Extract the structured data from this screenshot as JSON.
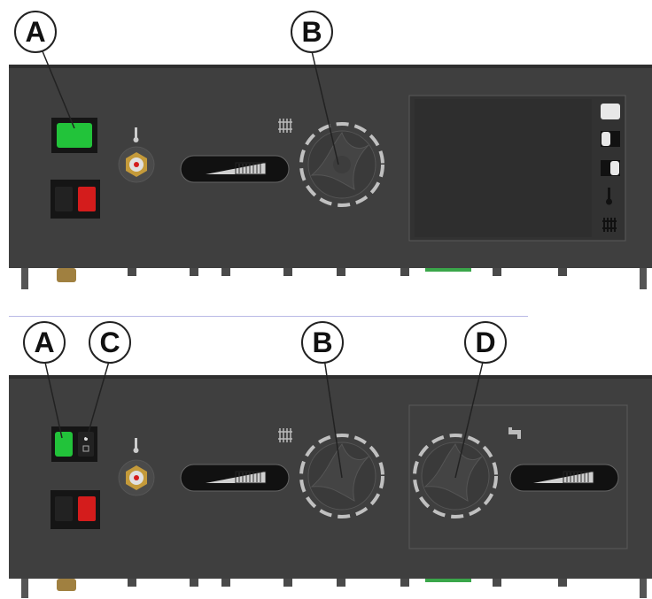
{
  "callouts": {
    "top_a": "A",
    "top_b": "B",
    "bottom_a": "A",
    "bottom_c": "C",
    "bottom_b": "B",
    "bottom_d": "D"
  },
  "colors": {
    "panel": "#3f3f3f",
    "switch_green": "#22c33a",
    "switch_red": "#d41c1c",
    "switch_black": "#151515",
    "dial_ring": "#b0b0b0"
  },
  "icons": {
    "thermometer": "thermometer-icon",
    "radiator": "radiator-icon",
    "tap": "tap-icon"
  }
}
